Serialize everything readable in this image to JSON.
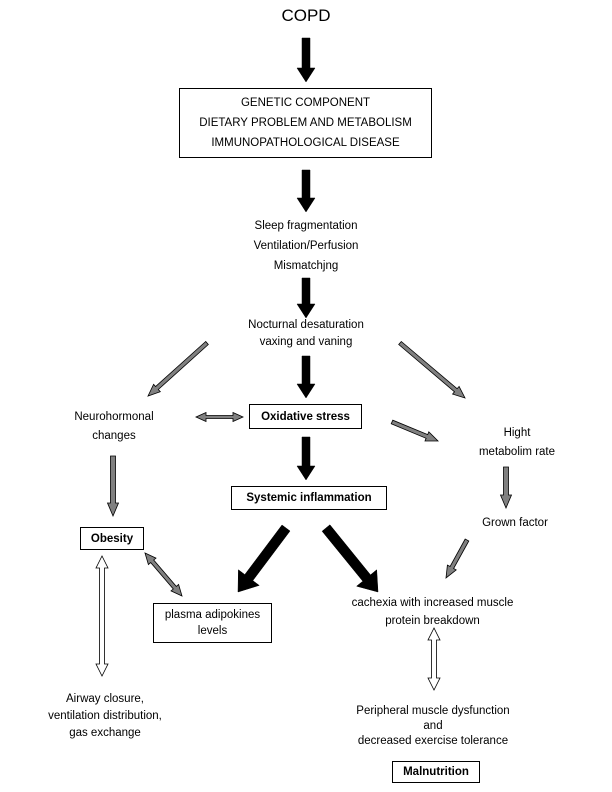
{
  "nodes": {
    "copd": "COPD",
    "causes": [
      "GENETIC COMPONENT",
      "DIETARY PROBLEM AND METABOLISM",
      "IMMUNOPATHOLOGICAL  DISEASE"
    ],
    "sleep": [
      "Sleep fragmentation",
      "Ventilation/Perfusion",
      "Mismatchjng"
    ],
    "nocturnal": [
      "Nocturnal desaturation",
      "vaxing and vaning"
    ],
    "neurohormonal": [
      "Neurohormonal",
      "changes"
    ],
    "oxidative": "Oxidative stress",
    "metabolism": [
      "Hight",
      "metabolim rate"
    ],
    "systemic": "Systemic  inflammation",
    "obesity": "Obesity",
    "grown_factor": "Grown factor",
    "adipokines": [
      "plasma adipokines",
      "levels"
    ],
    "cachexia": [
      "cachexia with increased muscle",
      "protein breakdown"
    ],
    "airway": [
      "Airway closure,",
      "ventilation distribution,",
      "gas exchange"
    ],
    "peripheral": [
      "Peripheral muscle dysfunction",
      "and",
      "decreased exercise tolerance"
    ],
    "malnutrition": "Malnutrition"
  },
  "colors": {
    "black_arrow": "#000000",
    "gray_arrow": "#808080",
    "white_arrow": "#ffffff",
    "outline": "#000000"
  }
}
